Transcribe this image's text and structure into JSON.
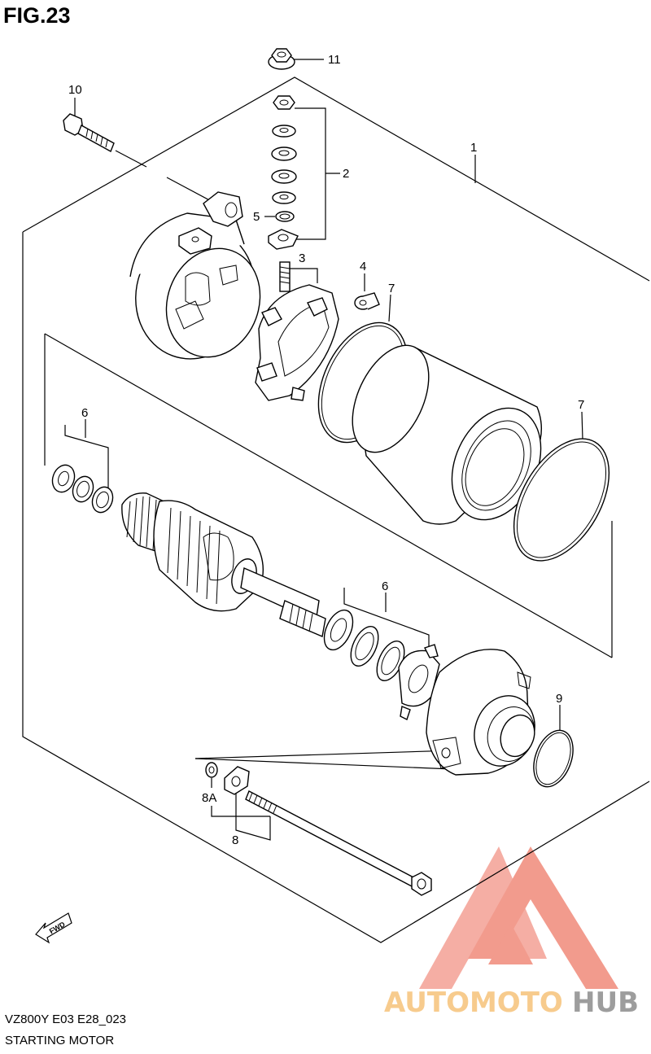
{
  "figure": {
    "title": "FIG.23",
    "model_code": "VZ800Y  E03  E28_023",
    "section_name": "STARTING MOTOR"
  },
  "callouts": {
    "c1": "1",
    "c2": "2",
    "c3": "3",
    "c4": "4",
    "c5": "5",
    "c6a": "6",
    "c6b": "6",
    "c7a": "7",
    "c7b": "7",
    "c8": "8",
    "c8a": "8A",
    "c9": "9",
    "c10": "10",
    "c11": "11"
  },
  "fwd_label": "FWD",
  "watermark": {
    "part1": "AUTOMOTO",
    "part2": "HUB",
    "color_primary": "#f08a7a",
    "color_secondary": "#f6c27a",
    "color_hub": "#8c8c8c"
  }
}
